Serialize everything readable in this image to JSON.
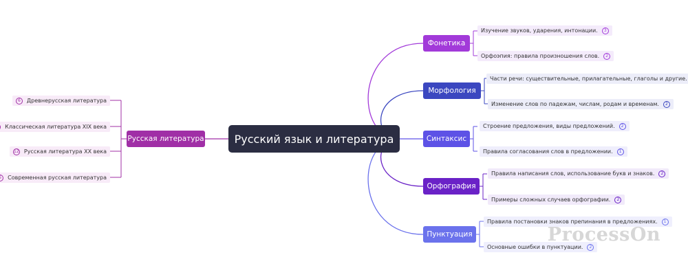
{
  "root": {
    "label": "Русский язык и литература",
    "color": "#2b2d42"
  },
  "branches": {
    "phonetics": {
      "label": "Фонетика",
      "color": "#a23ad9",
      "bg": "#f4ebfb",
      "items": [
        {
          "text": "Изучение звуков, ударения, интонации.",
          "count": "3"
        },
        {
          "text": "Орфоэпия: правила произношения слов.",
          "count": "2"
        }
      ]
    },
    "morphology": {
      "label": "Морфология",
      "color": "#3b47c0",
      "bg": "#ecedf9",
      "items": [
        {
          "text": "Части речи: существительные, прилагательные, глаголы и другие.",
          "count": "3"
        },
        {
          "text": "Изменение слов по падежам, числам, родам и временам.",
          "count": "2"
        }
      ]
    },
    "syntax": {
      "label": "Синтаксис",
      "color": "#5d52e6",
      "bg": "#efeefc",
      "items": [
        {
          "text": "Строение предложения, виды предложений.",
          "count": "2"
        },
        {
          "text": "Правила согласования слов в предложении.",
          "count": "1"
        }
      ]
    },
    "orthography": {
      "label": "Орфография",
      "color": "#6a22c7",
      "bg": "#f1eafa",
      "items": [
        {
          "text": "Правила написания слов, использование букв и знаков.",
          "count": "2"
        },
        {
          "text": "Примеры сложных случаев орфографии.",
          "count": "2"
        }
      ]
    },
    "punctuation": {
      "label": "Пунктуация",
      "color": "#6b72ec",
      "bg": "#efeffd",
      "items": [
        {
          "text": "Правила постановки знаков препинания в предложениях.",
          "count": "1"
        },
        {
          "text": "Основные ошибки в пунктуации.",
          "count": "2"
        }
      ]
    },
    "literature": {
      "label": "Русская литература",
      "color": "#a02fa6",
      "bg": "#f8ebf8",
      "items": [
        {
          "text": "Древнерусская литература",
          "count": "6"
        },
        {
          "text": "Классическая литература XIX века",
          "count": "12"
        },
        {
          "text": "Русская литература XX века",
          "count": "12"
        },
        {
          "text": "Современная русская литература",
          "count": "5"
        }
      ]
    }
  },
  "watermark": "ProcessOn"
}
